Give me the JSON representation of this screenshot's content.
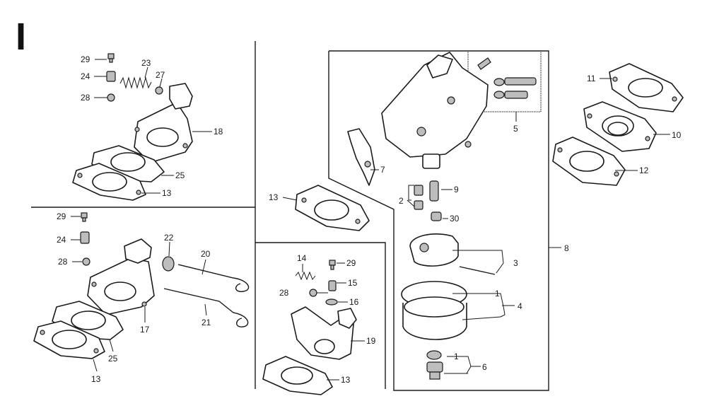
{
  "section_mark": "I",
  "labels": {
    "p29a": "29",
    "p24a": "24",
    "p28a": "28",
    "p23": "23",
    "p27": "27",
    "p18": "18",
    "p25a": "25",
    "p13a": "13",
    "p29b": "29",
    "p24b": "24",
    "p28b": "28",
    "p22": "22",
    "p20": "20",
    "p21": "21",
    "p17": "17",
    "p25b": "25",
    "p13b": "13",
    "p13c": "13",
    "p14": "14",
    "p29c": "29",
    "p15": "15",
    "p28c": "28",
    "p16": "16",
    "p19": "19",
    "p13d": "13",
    "p7": "7",
    "p9": "9",
    "p2": "2",
    "p30": "30",
    "p3": "3",
    "p1a": "1",
    "p4": "4",
    "p1b": "1",
    "p6": "6",
    "p8": "8",
    "p5": "5",
    "p11": "11",
    "p10": "10",
    "p12": "12"
  }
}
